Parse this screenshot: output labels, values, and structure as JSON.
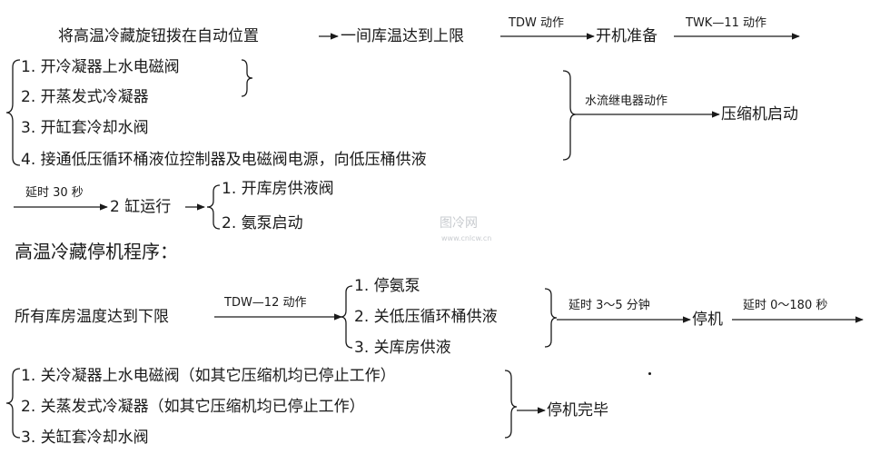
{
  "colors": {
    "ink": "#1a1a1a",
    "background": "#ffffff",
    "watermark": "#c9ccd0"
  },
  "startup": {
    "row1": {
      "step1": "将高温冷藏旋钮拨在自动位置",
      "step2": "一间库温达到上限",
      "arrow2_label": "TDW 动作",
      "step3": "开机准备",
      "arrow3_label": "TWK—11 动作"
    },
    "prep_items": [
      "1. 开冷凝器上水电磁阀",
      "2. 开蒸发式冷凝器",
      "3. 开缸套冷却水阀",
      "4. 接通低压循环桶液位控制器及电磁阀电源，向低压桶供液"
    ],
    "relay_label": "水流继电器动作",
    "compressor_start": "压缩机启动",
    "delay_label": "延时 30 秒",
    "cylinder_run": "2 缸运行",
    "run_items": [
      "1. 开库房供液阀",
      "2. 氨泵启动"
    ]
  },
  "stop": {
    "title": "高温冷藏停机程序：",
    "trigger": "所有库房温度达到下限",
    "trigger_label": "TDW—12 动作",
    "stop_items": [
      "1. 停氨泵",
      "2. 关低压循环桶供液",
      "3. 关库房供液"
    ],
    "delay1_label": "延时 3～5 分钟",
    "halt": "停机",
    "delay2_label": "延时 0～180 秒",
    "final_items": [
      "1. 关冷凝器上水电磁阀（如其它压缩机均已停止工作）",
      "2. 关蒸发式冷凝器（如其它压缩机均已停止工作）",
      "3. 关缸套冷却水阀"
    ],
    "done": "停机完毕"
  },
  "watermark": {
    "logo": "图冷网",
    "url": "www.cnlcw.cn"
  }
}
